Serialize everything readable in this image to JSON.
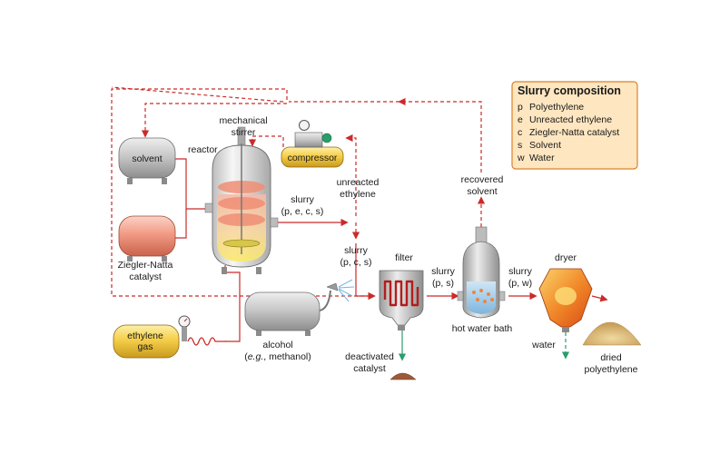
{
  "legend": {
    "title": "Slurry composition",
    "items": [
      {
        "code": "p",
        "text": "Polyethylene"
      },
      {
        "code": "e",
        "text": "Unreacted ethylene"
      },
      {
        "code": "c",
        "text": "Ziegler-Natta catalyst"
      },
      {
        "code": "s",
        "text": "Solvent"
      },
      {
        "code": "w",
        "text": "Water"
      }
    ]
  },
  "labels": {
    "solvent": "solvent",
    "catalyst_l1": "Ziegler-Natta",
    "catalyst_l2": "catalyst",
    "ethylene_l1": "ethylene",
    "ethylene_l2": "gas",
    "reactor": "reactor",
    "stirrer_l1": "mechanical",
    "stirrer_l2": "stirrer",
    "compressor": "compressor",
    "unreacted_l1": "unreacted",
    "unreacted_l2": "ethylene",
    "slurry1_l1": "slurry",
    "slurry1_l2": "(p, e, c, s)",
    "slurry2_l1": "slurry",
    "slurry2_l2": "(p, c, s)",
    "alcohol_l1": "alcohol",
    "alcohol_eg": "e.g.",
    "alcohol_rest": ", methanol)",
    "filter": "filter",
    "slurry3_l1": "slurry",
    "slurry3_l2": "(p, s)",
    "deactivated_l1": "deactivated",
    "deactivated_l2": "catalyst",
    "recovered_l1": "recovered",
    "recovered_l2": "solvent",
    "hot_water_bath": "hot water bath",
    "slurry4_l1": "slurry",
    "slurry4_l2": "(p, w)",
    "dryer": "dryer",
    "water": "water",
    "dried_l1": "dried",
    "dried_l2": "polyethylene"
  },
  "colors": {
    "flow": "#cc2a2a",
    "legend_bg": "#fde6c0",
    "legend_border": "#d9822b",
    "tank_yellow": "#f7d354",
    "tank_grey": "#c4c4c4",
    "tank_pink": "#f2a08a",
    "water_green": "#2a9d6a"
  }
}
